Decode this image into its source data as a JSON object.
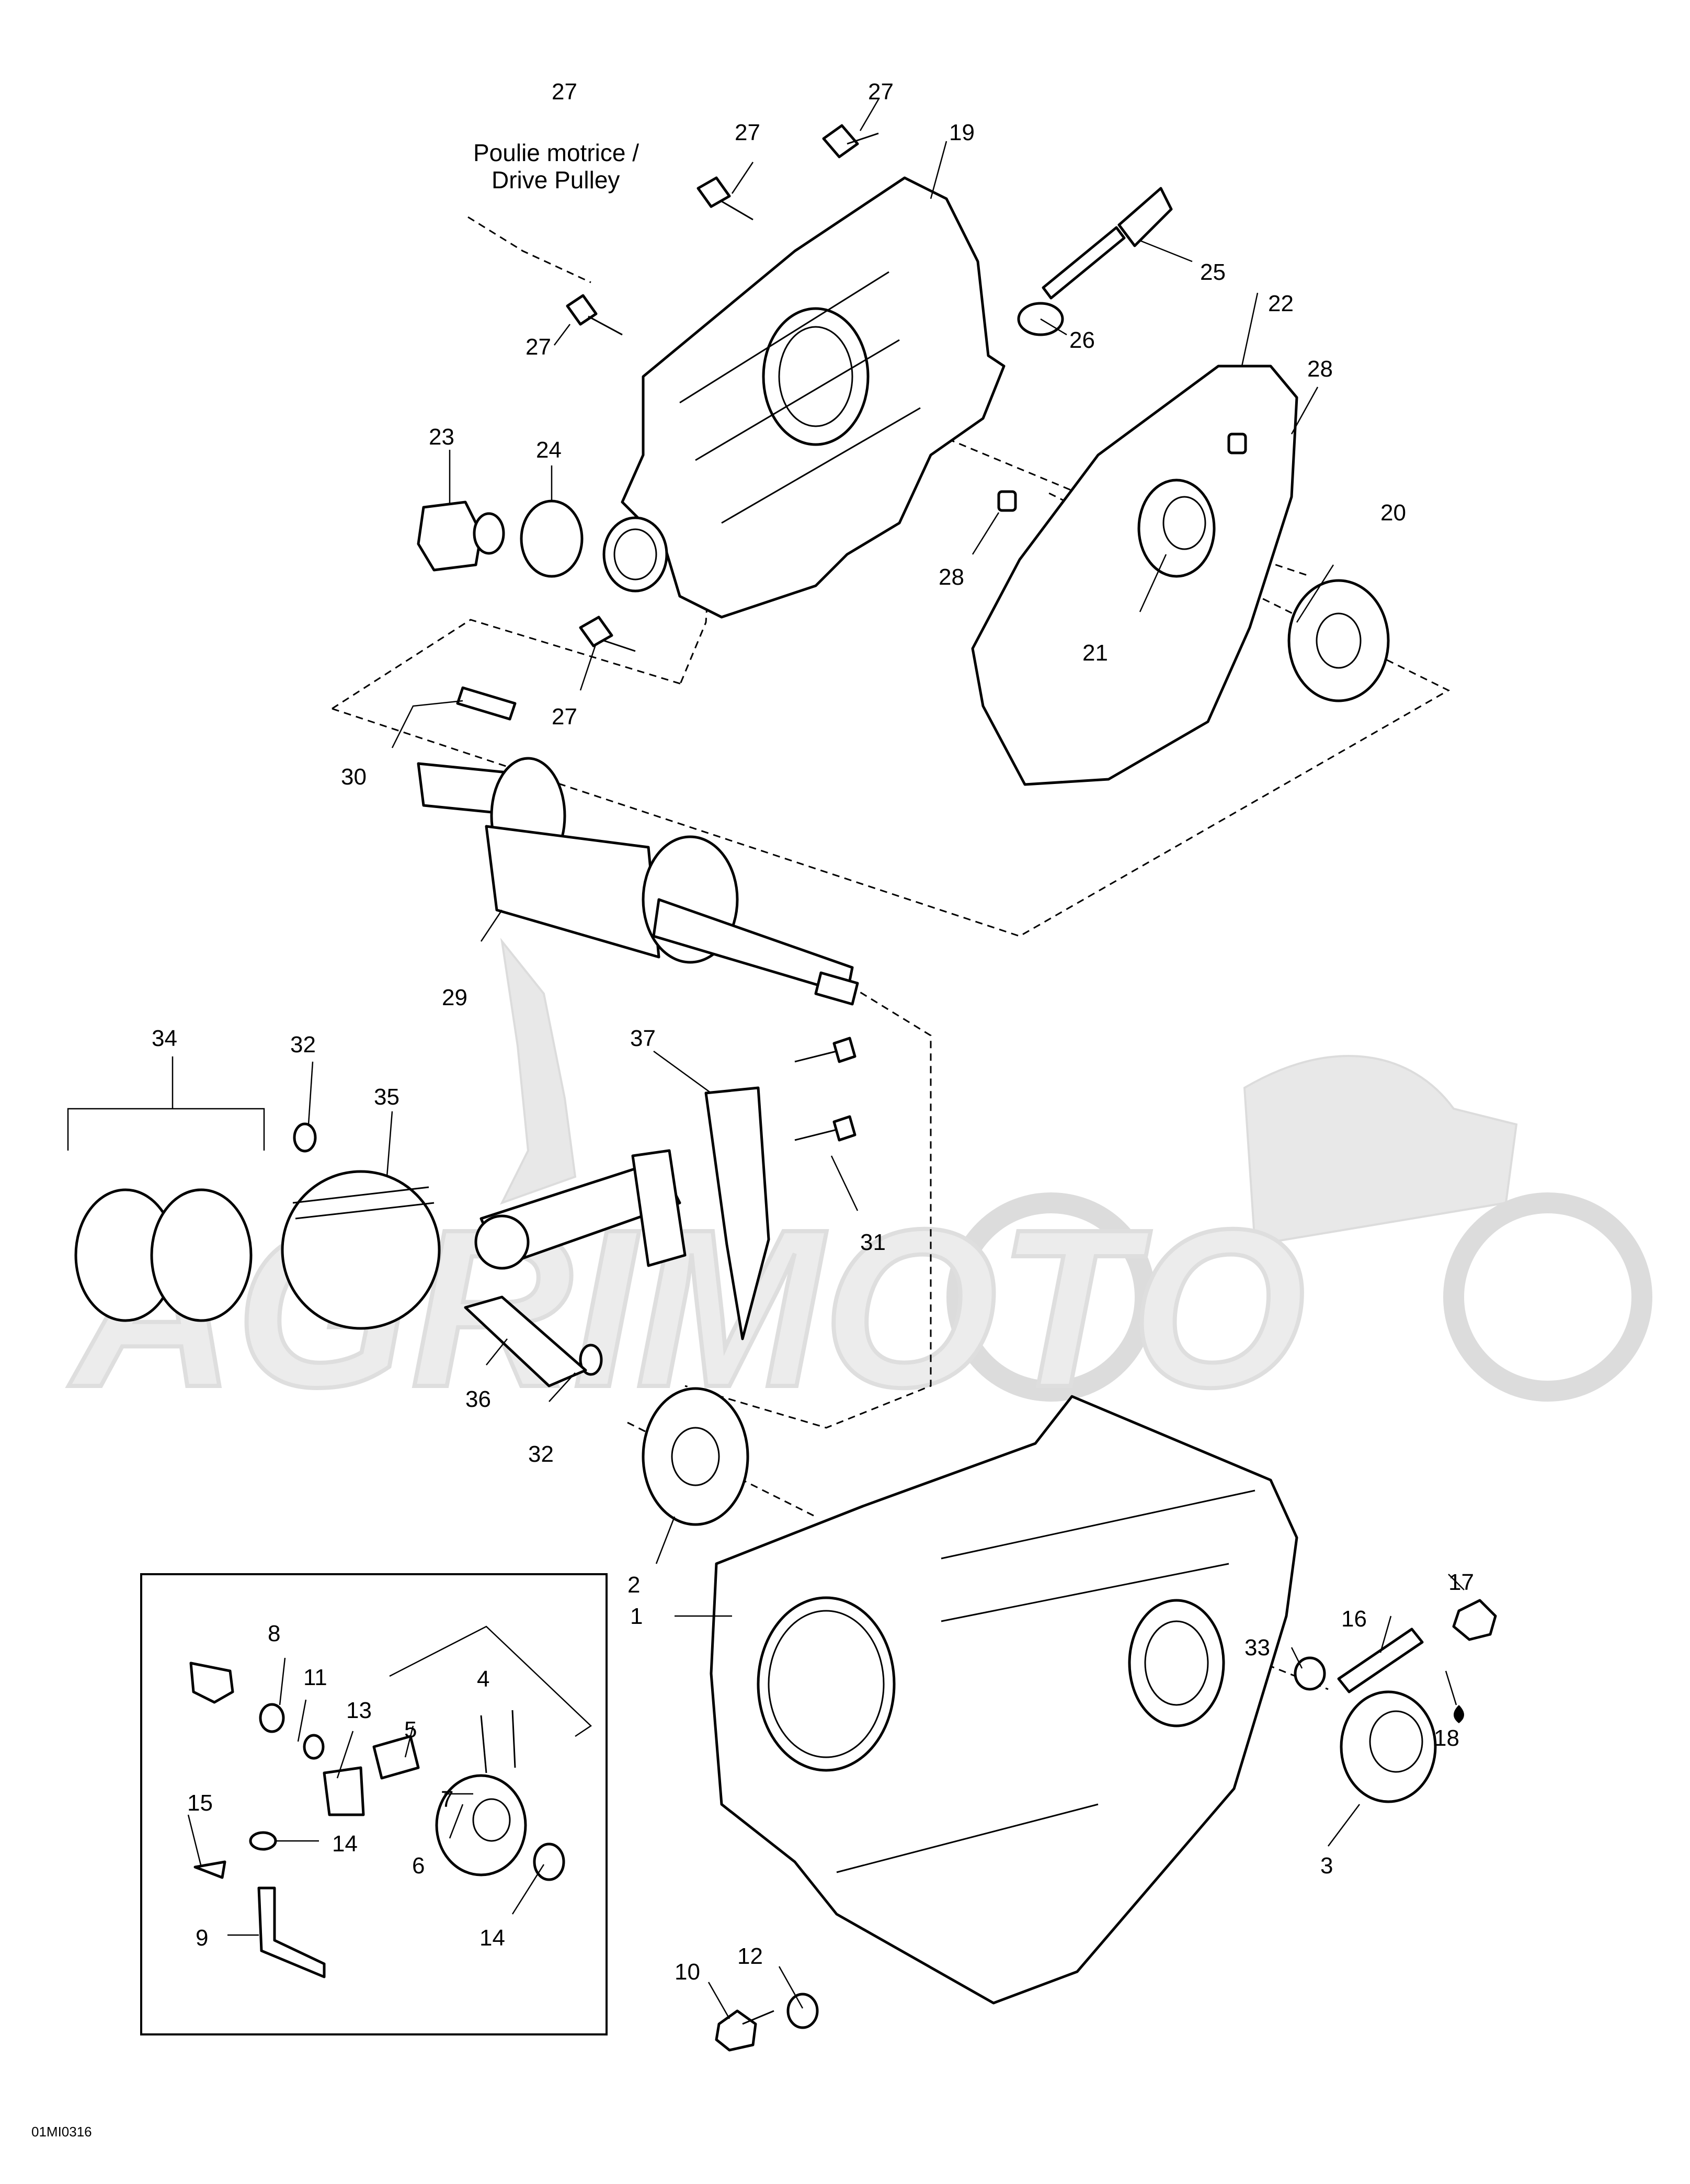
{
  "drive_pulley_label": [
    "Poulie motrice /",
    "Drive Pulley"
  ],
  "figure_code": "01MI0316",
  "watermark_text": "AGRIMOTO",
  "callouts": [
    "1",
    "2",
    "3",
    "4",
    "5",
    "6",
    "7",
    "8",
    "9",
    "10",
    "11",
    "12",
    "13",
    "14",
    "14",
    "15",
    "16",
    "17",
    "18",
    "19",
    "20",
    "21",
    "22",
    "23",
    "24",
    "25",
    "26",
    "27",
    "27",
    "27",
    "27",
    "27",
    "28",
    "28",
    "29",
    "30",
    "31",
    "32",
    "32",
    "33",
    "34",
    "35",
    "36",
    "37"
  ],
  "colors": {
    "line": "#000000",
    "watermark": "#e8e8e8",
    "background": "#ffffff"
  }
}
